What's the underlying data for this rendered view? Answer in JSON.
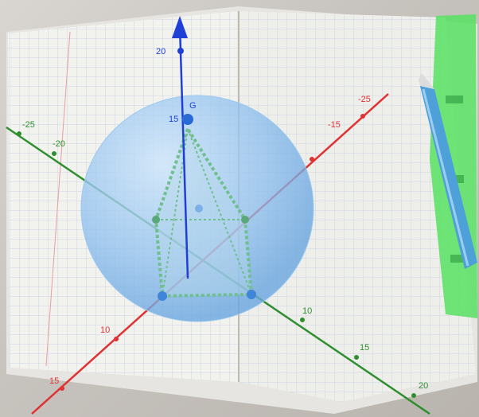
{
  "scene": {
    "axes": {
      "z": {
        "color": "#1f3fd6",
        "ticks": [
          "20",
          "15"
        ]
      },
      "x": {
        "color": "#e03232",
        "ticks": [
          "10",
          "15",
          "-15",
          "-25"
        ]
      },
      "y": {
        "color": "#2f8f2f",
        "ticks": [
          "10",
          "15",
          "20",
          "-25",
          "-20"
        ]
      }
    },
    "point_label": "G",
    "colors": {
      "sphere": "#8fc0ef",
      "solid_edges": "#6fbf8f",
      "paper": "#f2f2ef",
      "grid": "#c9d3e0",
      "pen": "#4da0d8",
      "ruler": "#57e061"
    }
  }
}
